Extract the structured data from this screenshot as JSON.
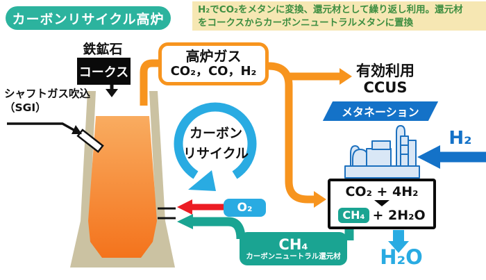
{
  "title": "カーボンリサイクル高炉",
  "note": {
    "line1": "H₂でCO₂をメタンに変換、還元材として繰り返し利用。還元材",
    "line2": "をコークスからカーボンニュートラルメタンに置換"
  },
  "furnace": {
    "iron_ore": "鉄鉱石",
    "coke": "コークス",
    "sgi_line1": "シャフトガス吹込",
    "sgi_line2": "（SGI）"
  },
  "bf_gas_box": {
    "title": "高炉ガス",
    "formula": "CO₂，CO，H₂"
  },
  "recycle": {
    "line1": "カーボン",
    "line2": "リサイクル"
  },
  "ccus": {
    "line1": "有効利用",
    "line2": "CCUS"
  },
  "methanation": {
    "badge": "メタネーション",
    "h2": "H₂",
    "reactants": "CO₂ + 4H₂",
    "product_ch4": "CH₄",
    "product_rest": "+ 2H₂O",
    "h2o": "H₂O"
  },
  "streams": {
    "o2": "O₂",
    "ch4": "CH₄",
    "ch4_subtitle": "カーボンニュートラル還元材"
  },
  "colors": {
    "title_teal": "#2CB39E",
    "teal": "#1AA492",
    "cyan": "#29ABE2",
    "orange": "#F7941E",
    "red": "#EC1C24",
    "blue": "#1472C8",
    "note_bg": "#F6E7B3",
    "note_text": "#3E8E41",
    "furnace_wall": "#CBC2A2",
    "factory_fill": "#D9E7F6",
    "factory_stroke": "#1C70BE",
    "melt_top": "#F9AC60",
    "melt_bottom": "#F4731C"
  }
}
